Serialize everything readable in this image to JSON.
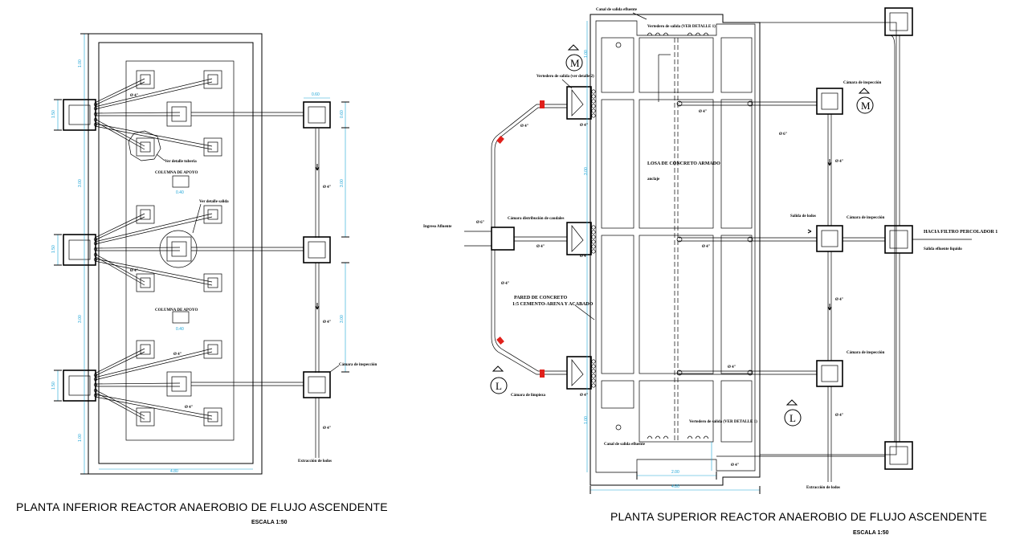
{
  "left": {
    "title": "PLANTA INFERIOR REACTOR ANAEROBIO DE FLUJO ASCENDENTE",
    "scale": "ESCALA 1:50",
    "labels": {
      "columna1": "COLUMNA DE APOYO",
      "columna2": "COLUMNA DE APOYO",
      "ver_detalle1": "Ver detalle tuberia",
      "ver_detalle2": "Ver detalle salida",
      "camara_inspeccion": "Cámara de inspección",
      "entrada_lodos": "Extracción de lodos"
    },
    "pipes": {
      "p1": "Ø 4\"",
      "p2": "Ø 4\"",
      "p3": "Ø 4\"",
      "p4": "Ø 4\"",
      "p5": "Ø 4\"",
      "p6": "Ø 4\"",
      "p7": "Ø 4\""
    },
    "dims": {
      "d1": "1.00",
      "d2": "1.50",
      "d3": "3.00",
      "d4": "1.50",
      "d5": "3.00",
      "d6": "1.50",
      "d7": "1.00",
      "d8": "0.60",
      "d9": "0.60",
      "d10": "3.00",
      "d11": "3.00",
      "d12": "0.40",
      "d13": "0.40",
      "d14": "4.80"
    }
  },
  "right": {
    "title": "PLANTA SUPERIOR REACTOR ANAEROBIO DE FLUJO ASCENDENTE",
    "scale": "ESCALA 1:50",
    "labels": {
      "canal_top": "Canal de salida efluente",
      "canal_bottom": "Canal de salida efluente",
      "vertedero_top": "Vertedero de salida (VER DETALLE 1)",
      "vertedero_bottom": "Vertedero de salida (VER DETALLE 1)",
      "vertedero_left": "Vertedero de salida (ver detalle 2)",
      "losa": "LOSA DE CONCRETO ARMADO",
      "losa_sub": "anclaje",
      "ingreso": "Ingreso Afluente",
      "camara_distribucion": "Cámara distribución de caudales",
      "pared": "PARED DE CONCRETO",
      "pared_sub": "1:5 CEMENTO-ARENA Y ACABADO",
      "camara_limpieza": "Cámara de limpieza",
      "camara_insp1": "Cámara de inspección",
      "camara_insp2": "Cámara de inspección",
      "camara_insp3": "Cámara de inspección",
      "salida_lodos": "Salida de lodos",
      "hacia_filtro": "HACIA FILTRO PERCOLADOR 1",
      "salida_efluente": "Salida efluente liquido",
      "extraccion": "Extracción de lodos",
      "mark_m1": "M",
      "mark_m2": "M",
      "mark_l1": "L",
      "mark_l2": "L"
    },
    "pipes": {
      "p1": "Ø 4\"",
      "p2": "Ø 4\"",
      "p3": "Ø 4\"",
      "p4": "Ø 4\"",
      "p5": "Ø 4\"",
      "p6": "Ø 4\"",
      "p7": "Ø 4\"",
      "p8": "Ø 4\"",
      "p9": "Ø 4\"",
      "p10": "Ø 6\"",
      "p11": "Ø 4\"",
      "p12": "Ø 4\"",
      "p13": "Ø 4\"",
      "p14": "Ø 4\"",
      "p15": "Ø 6\""
    },
    "dims": {
      "d1": "1.00",
      "d2": "3.00",
      "d3": "1.00",
      "d4": "2.00",
      "d5": "4.80"
    }
  }
}
